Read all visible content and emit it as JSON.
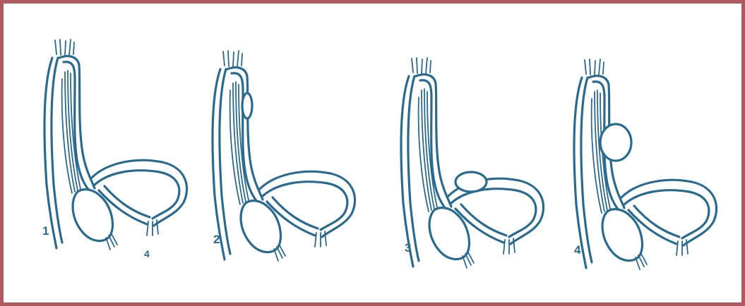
{
  "figure": {
    "accent_color": "#2a6a8f",
    "border_color": "#b05a5f",
    "panels": [
      {
        "label": "1"
      },
      {
        "label": "2"
      },
      {
        "label": "3"
      },
      {
        "label": "4"
      }
    ],
    "stray_mark": "4"
  }
}
